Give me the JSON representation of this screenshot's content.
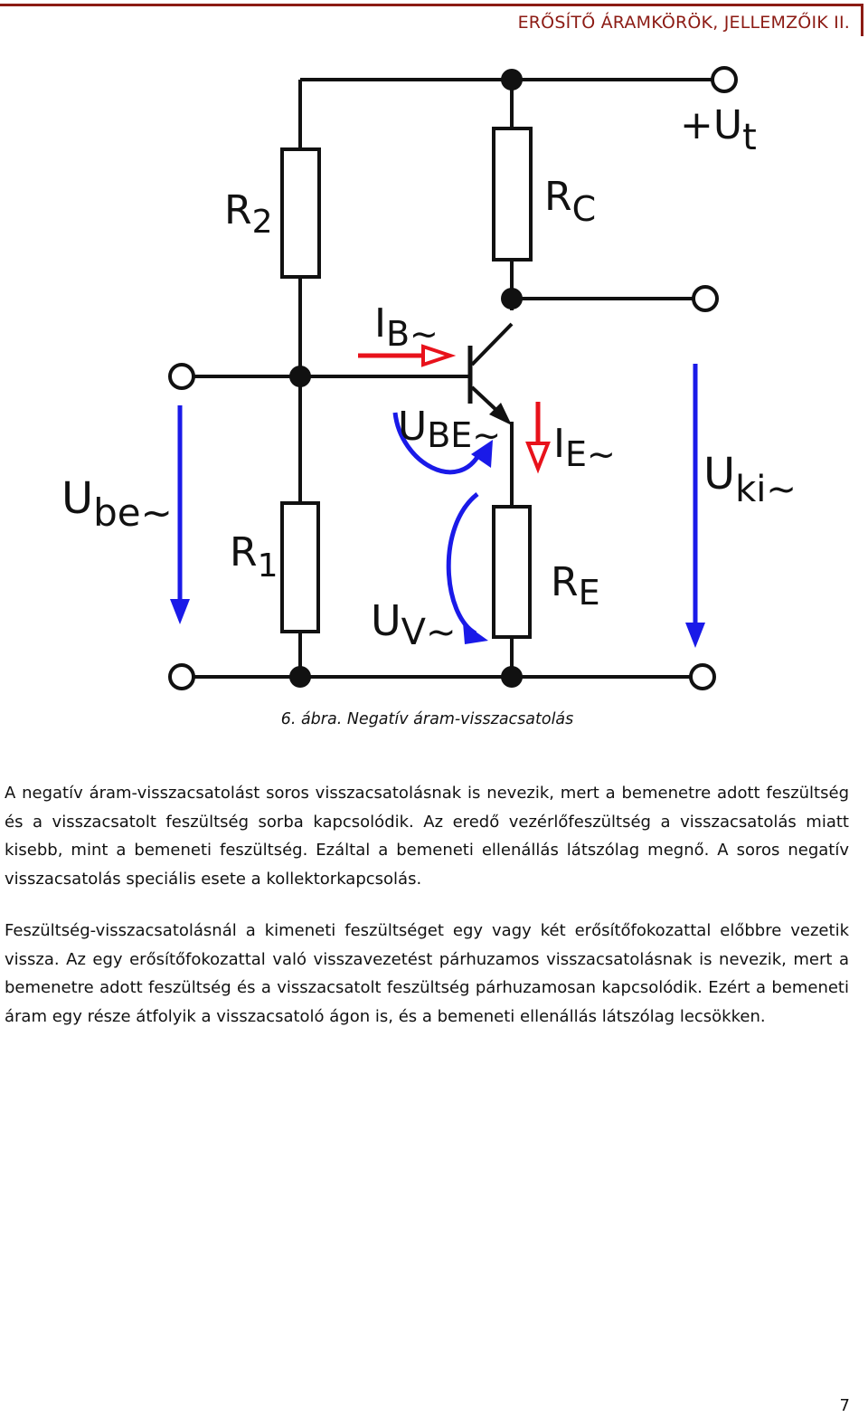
{
  "header": {
    "title": "ERŐSÍTŐ ÁRAMKÖRÖK, JELLEMZŐIK II."
  },
  "figure": {
    "labels": {
      "r2": {
        "main": "R",
        "sub": "2"
      },
      "rc": {
        "main": "R",
        "sub": "C"
      },
      "r1": {
        "main": "R",
        "sub": "1"
      },
      "re": {
        "main": "R",
        "sub": "E"
      },
      "ut": {
        "main": "+U",
        "sub": "t"
      },
      "ib": {
        "main": "I",
        "sub": "B~"
      },
      "ube_bjt": {
        "main": "U",
        "sub": "BE~"
      },
      "ie": {
        "main": "I",
        "sub": "E~"
      },
      "ube_in": {
        "main": "U",
        "sub": "be~"
      },
      "uki": {
        "main": "U",
        "sub": "ki~"
      },
      "uv": {
        "main": "U",
        "sub": "V~"
      }
    },
    "colors": {
      "wire": "#111111",
      "current_arrow": "#e8121b",
      "voltage_arrow": "#1a1ae8"
    },
    "caption": "6. ábra. Negatív áram-visszacsatolás"
  },
  "body": {
    "paragraph1": "A negatív áram-visszacsatolást soros visszacsatolásnak is nevezik, mert a bemenetre adott feszültség és a visszacsatolt feszültség sorba kapcsolódik. Az eredő vezérlőfeszültség a visszacsatolás miatt kisebb, mint a bemeneti feszültség. Ezáltal a bemeneti ellenállás látszólag megnő. A soros negatív visszacsatolás speciális esete a kollektorkapcsolás.",
    "paragraph2": "Feszültség-visszacsatolásnál a kimeneti feszültséget egy vagy két erősítőfokozattal előbbre vezetik vissza. Az egy erősítőfokozattal való visszavezetést párhuzamos visszacsatolásnak is nevezik, mert a bemenetre adott feszültség és a visszacsatolt feszültség párhuzamosan kapcsolódik. Ezért a bemeneti áram egy része átfolyik a visszacsatoló ágon is, és a bemeneti ellenállás látszólag lecsökken."
  },
  "footer": {
    "page_number": "7"
  }
}
